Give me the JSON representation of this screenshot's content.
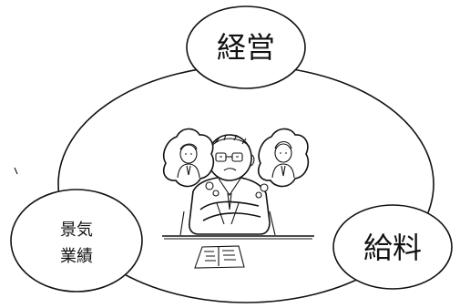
{
  "diagram": {
    "nodes": {
      "top": {
        "label": "経営"
      },
      "right": {
        "label": "給料"
      },
      "left": {
        "lines": [
          "景気",
          "業績"
        ]
      }
    },
    "illustration": {
      "icon": "thinking-manager-icon"
    },
    "colors": {
      "line": "#111111",
      "background": "#ffffff"
    }
  }
}
